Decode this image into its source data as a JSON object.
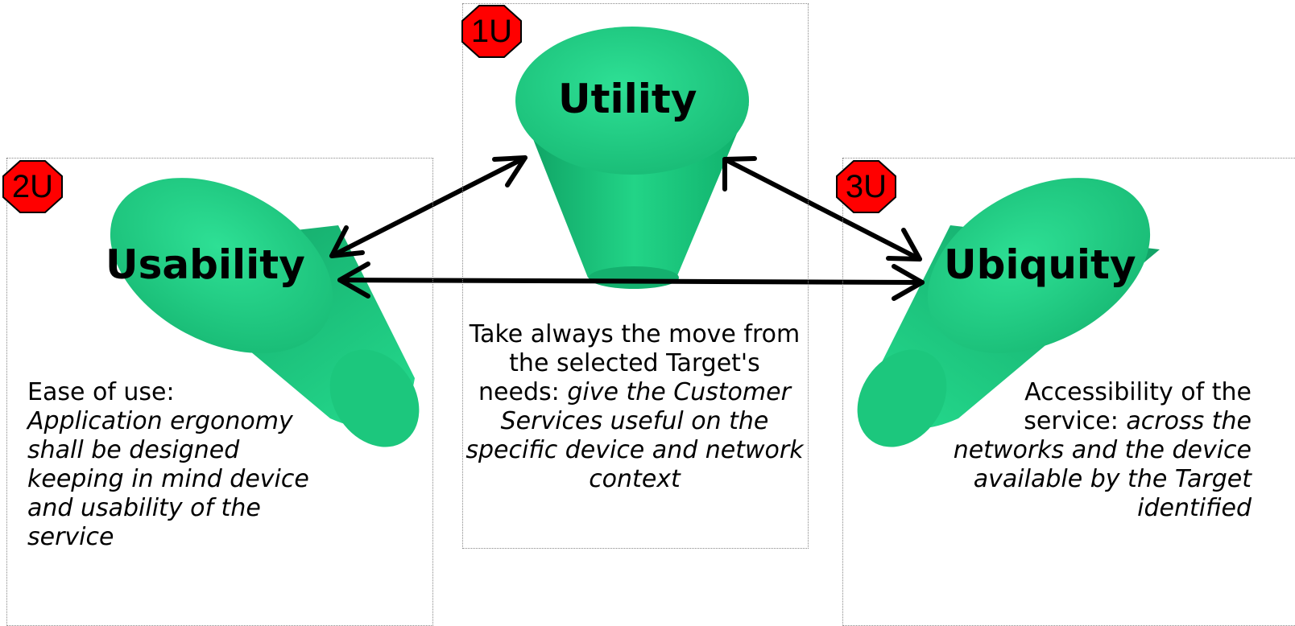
{
  "nodes": {
    "utility": {
      "badge": "1U",
      "title": "Utility",
      "desc_plain": "Take always the move from the selected Target's needs:",
      "desc_italic": "give the Customer Services useful on the specific device and network context"
    },
    "usability": {
      "badge": "2U",
      "title": "Usability",
      "desc_plain": "Ease of use:",
      "desc_italic": "Application ergonomy shall be designed keeping in mind device and usability of the service"
    },
    "ubiquity": {
      "badge": "3U",
      "title": "Ubiquity",
      "desc_plain": "Accessibility of the  service:",
      "desc_italic": "across the networks and the device available by the Target identified"
    }
  },
  "colors": {
    "cylinder": "#1ec97e",
    "cylinder_dark": "#10a064",
    "cylinder_light": "#3fe6a0",
    "badge": "#ff0000",
    "arrow": "#000000"
  }
}
